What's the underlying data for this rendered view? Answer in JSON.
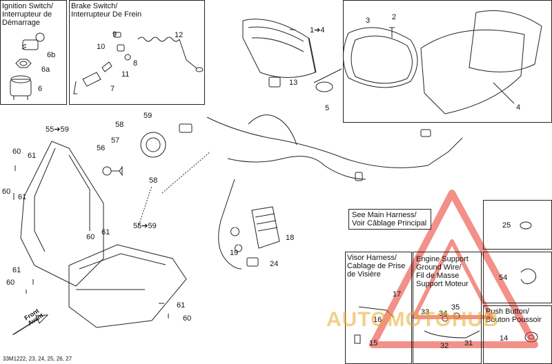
{
  "boxes": {
    "ignition": {
      "title": "Ignition Switch/\nInterrupteur de\nDémarrage"
    },
    "brake": {
      "title": "Brake Switch/\nInterrupteur De Frein"
    },
    "visor": {
      "title": "Visor Harness/\nCablage de Prise\nde Visière"
    },
    "ground": {
      "title": "Engine Support\nGround Wire/\nFil de Masse\nSupport Moteur"
    },
    "push": {
      "title": "Push Button/\nBouton Poussoir"
    }
  },
  "callouts": {
    "main_harness": "See Main Harness/\nVoir Câblage Principal"
  },
  "labels": {
    "n6b": "6b",
    "n6a": "6a",
    "n6": "6",
    "n9": "9",
    "n10": "10",
    "n8": "8",
    "n11": "11",
    "n7": "7",
    "n12": "12",
    "n1to4": "1➔4",
    "n13": "13",
    "n5": "5",
    "n3": "3",
    "n2": "2",
    "n4": "4",
    "n55a": "55➔59",
    "n55b": "55➔59",
    "n59": "59",
    "n58a": "58",
    "n57": "57",
    "n56": "56",
    "n58b": "58",
    "n60a": "60",
    "n61a": "61",
    "n60b": "60",
    "n61b": "61",
    "n60c": "60",
    "n61c": "61",
    "n61d": "61",
    "n60d": "60",
    "n61e": "61",
    "n60e": "60",
    "n18": "18",
    "n19": "19",
    "n24": "24",
    "n25": "25",
    "n54": "54",
    "n17": "17",
    "n16": "16",
    "n15": "15",
    "n33": "33",
    "n34": "34",
    "n35": "35",
    "n32": "32",
    "n31": "31",
    "n14": "14"
  },
  "front_label": "Front\nAvant",
  "reference": "33M1222, 23, 24, 25, 26, 27",
  "watermark": "AUTOMOTOHUB",
  "colors": {
    "line": "#222222",
    "watermark": "#e8362a",
    "watermark_text": "#e6aa28"
  }
}
